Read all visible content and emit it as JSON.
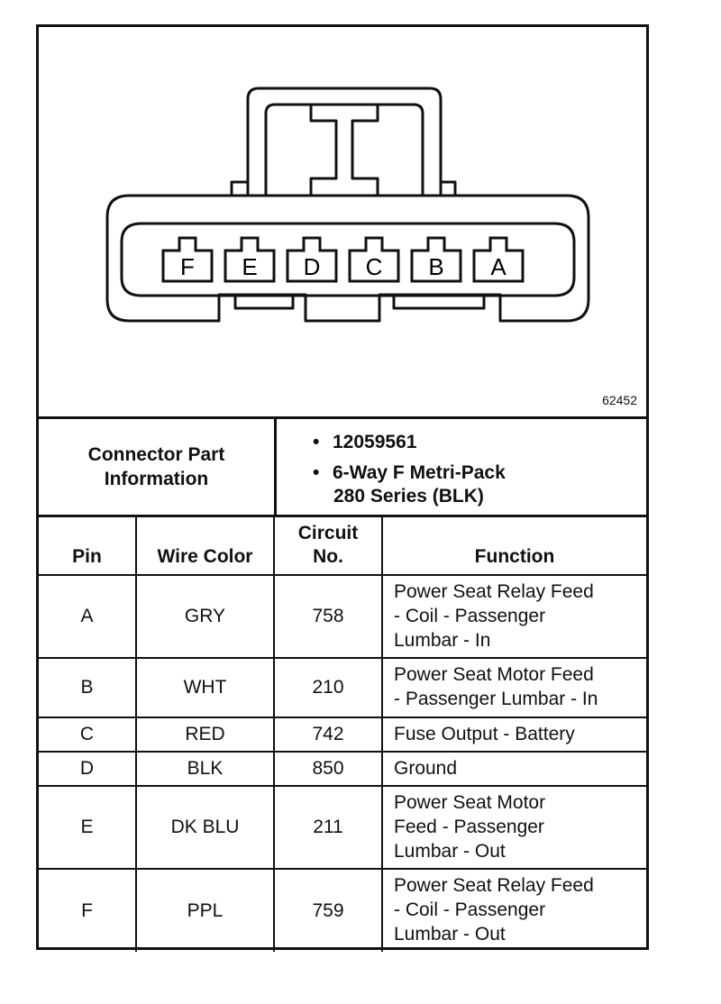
{
  "figure_id": "62452",
  "connector_diagram": {
    "pins": [
      "F",
      "E",
      "D",
      "C",
      "B",
      "A"
    ]
  },
  "connector_part_info": {
    "label_lines": [
      "Connector Part",
      "Information"
    ],
    "part_number": "12059561",
    "description_lines": [
      "6-Way F Metri-Pack",
      "280 Series (BLK)"
    ]
  },
  "table": {
    "headers": {
      "pin": "Pin",
      "wire_color": "Wire Color",
      "circuit_lines": [
        "Circuit",
        "No."
      ],
      "function": "Function"
    },
    "rows": [
      {
        "pin": "A",
        "wire_color": "GRY",
        "circuit": "758",
        "function_lines": [
          "Power Seat Relay Feed",
          "- Coil - Passenger",
          "Lumbar - In"
        ]
      },
      {
        "pin": "B",
        "wire_color": "WHT",
        "circuit": "210",
        "function_lines": [
          "Power Seat Motor Feed",
          "- Passenger Lumbar - In"
        ]
      },
      {
        "pin": "C",
        "wire_color": "RED",
        "circuit": "742",
        "function_lines": [
          "Fuse Output - Battery"
        ]
      },
      {
        "pin": "D",
        "wire_color": "BLK",
        "circuit": "850",
        "function_lines": [
          "Ground"
        ]
      },
      {
        "pin": "E",
        "wire_color": "DK BLU",
        "circuit": "211",
        "function_lines": [
          "Power Seat Motor",
          "Feed - Passenger",
          "Lumbar - Out"
        ]
      },
      {
        "pin": "F",
        "wire_color": "PPL",
        "circuit": "759",
        "function_lines": [
          "Power Seat Relay Feed",
          "- Coil - Passenger",
          "Lumbar - Out"
        ]
      }
    ]
  }
}
